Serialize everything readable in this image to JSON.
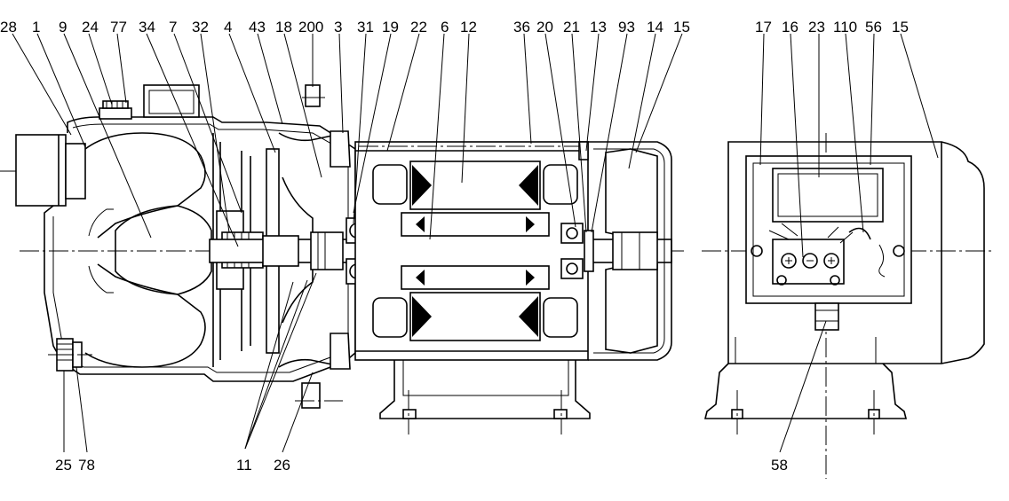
{
  "drawing": {
    "top_labels": [
      "28",
      "1",
      "9",
      "24",
      "77",
      "34",
      "7",
      "32",
      "4",
      "43",
      "18",
      "200",
      "3",
      "31",
      "19",
      "22",
      "6",
      "12",
      "36",
      "20",
      "21",
      "13",
      "93",
      "14",
      "15"
    ],
    "right_top_labels": [
      "17",
      "16",
      "23",
      "110",
      "56",
      "15"
    ],
    "bottom_labels": [
      "25",
      "78",
      "11",
      "26",
      "58"
    ]
  }
}
